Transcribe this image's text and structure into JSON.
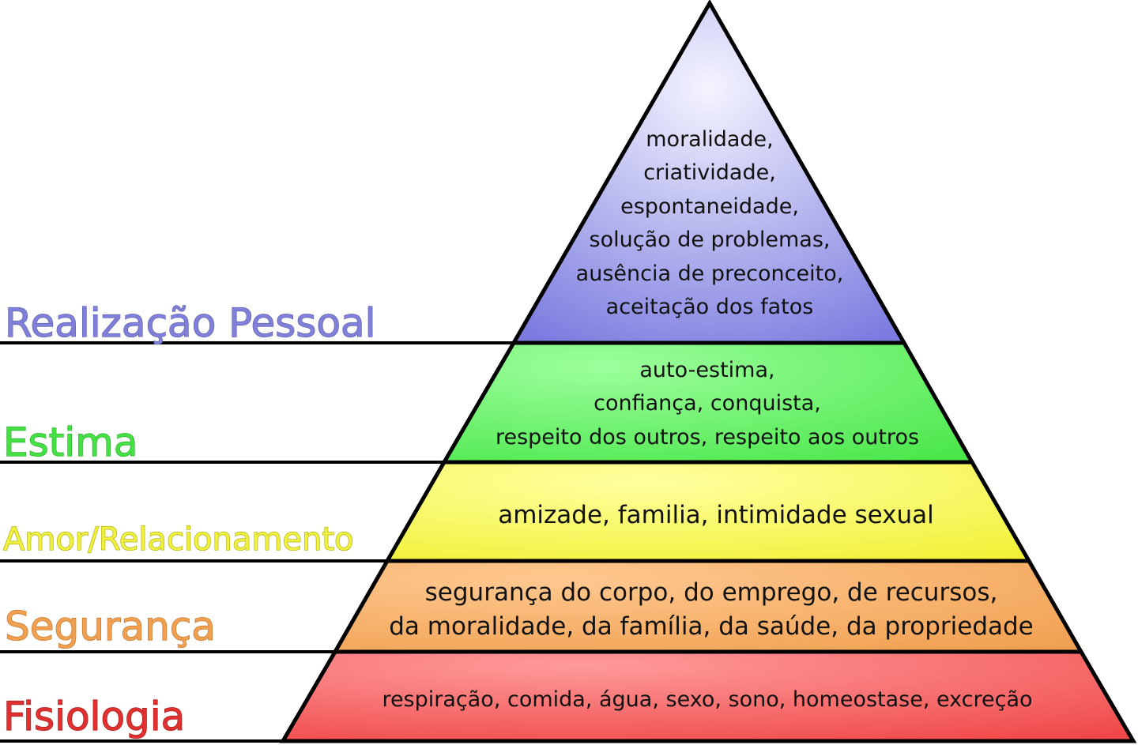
{
  "pyramid": {
    "levels": [
      {
        "key": "realizacao",
        "title": "Realização Pessoal",
        "title_color": "#8080d8",
        "title_stroke": "#5a5ab0",
        "fill_light": "#f4f4ff",
        "fill_dark": "#7c7ce0",
        "lines": [
          "moralidade,",
          "criatividade,",
          "espontaneidade,",
          "solução de problemas,",
          "ausência de preconceito,",
          "aceitação dos fatos"
        ]
      },
      {
        "key": "estima",
        "title": "Estima",
        "title_color": "#44e044",
        "title_stroke": "#2aa82a",
        "fill_light": "#9cff9c",
        "fill_dark": "#4ae64a",
        "lines": [
          "auto-estima,",
          "confiança, conquista,",
          "respeito dos outros, respeito aos outros"
        ]
      },
      {
        "key": "amor",
        "title": "Amor/Relacionamento",
        "title_color": "#f0f040",
        "title_stroke": "#a8a800",
        "fill_light": "#ffffa0",
        "fill_dark": "#f0f030",
        "lines": [
          "amizade, familia, intimidade sexual"
        ]
      },
      {
        "key": "seguranca",
        "title": "Segurança",
        "title_color": "#f0a050",
        "title_stroke": "#c07020",
        "fill_light": "#ffc890",
        "fill_dark": "#f0a050",
        "lines": [
          "segurança do corpo, do emprego, de recursos,",
          "da moralidade, da família, da saúde, da propriedade"
        ]
      },
      {
        "key": "fisiologia",
        "title": "Fisiologia",
        "title_color": "#e03030",
        "title_stroke": "#a01818",
        "fill_light": "#ff9a9a",
        "fill_dark": "#f04848",
        "lines": [
          "respiração, comida, água, sexo, sono, homeostase, excreção"
        ]
      }
    ]
  }
}
